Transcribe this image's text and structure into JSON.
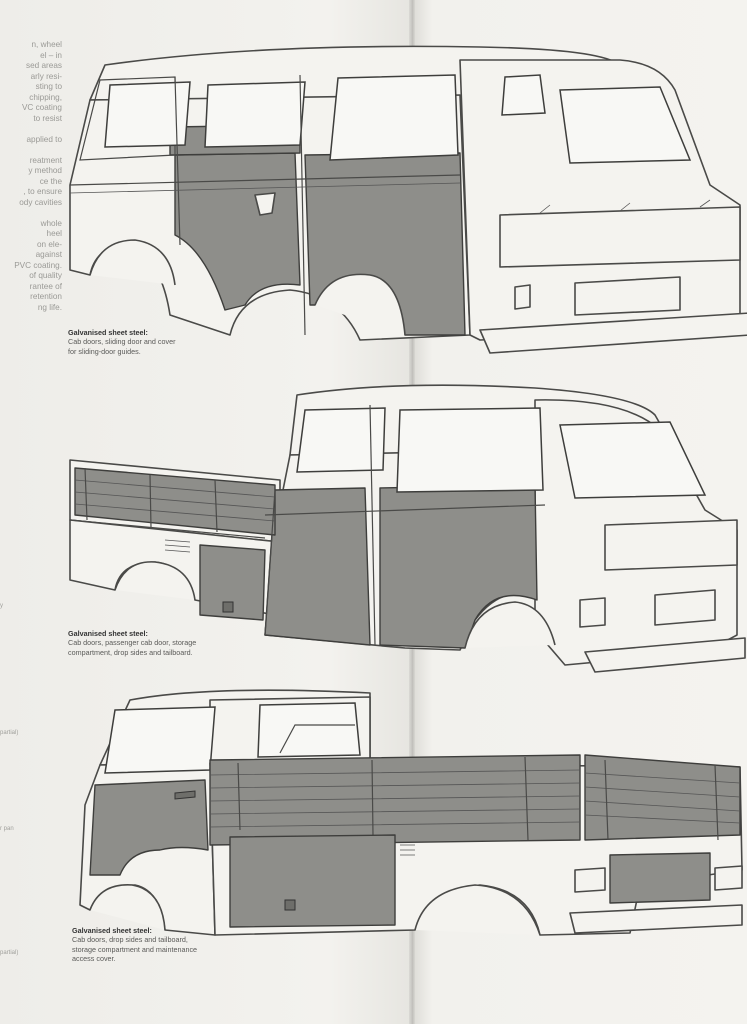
{
  "left_column_text": [
    "n, wheel",
    "el – in",
    "sed areas",
    "arly resi-",
    "sting to",
    "chipping,",
    "VC coating",
    "to resist",
    "",
    "applied to",
    "",
    "reatment",
    "y method",
    "ce the",
    ", to ensure",
    "ody cavities",
    "",
    "whole",
    "heel",
    "on ele-",
    "against",
    "PVC coating.",
    "of quality",
    "rantee of",
    "retention",
    "ng life."
  ],
  "margin_notes": [
    "y",
    "partial)",
    "r pan",
    "partial)"
  ],
  "captions": [
    {
      "title": "Galvanised sheet steel:",
      "lines": [
        "Cab doors, sliding door and cover",
        "for sliding-door guides."
      ]
    },
    {
      "title": "Galvanised sheet steel:",
      "lines": [
        "Cab doors, passenger cab door, storage",
        "compartment, drop sides and tailboard."
      ]
    },
    {
      "title": "Galvanised sheet steel:",
      "lines": [
        "Cab doors, drop sides and tailboard,",
        "storage compartment and maintenance",
        "access cover."
      ]
    }
  ],
  "colors": {
    "paper": "#f1f0ec",
    "galvanised_shading": "#8e8e8a",
    "outline": "#4a4a48",
    "caption_text": "#5a5a58"
  }
}
